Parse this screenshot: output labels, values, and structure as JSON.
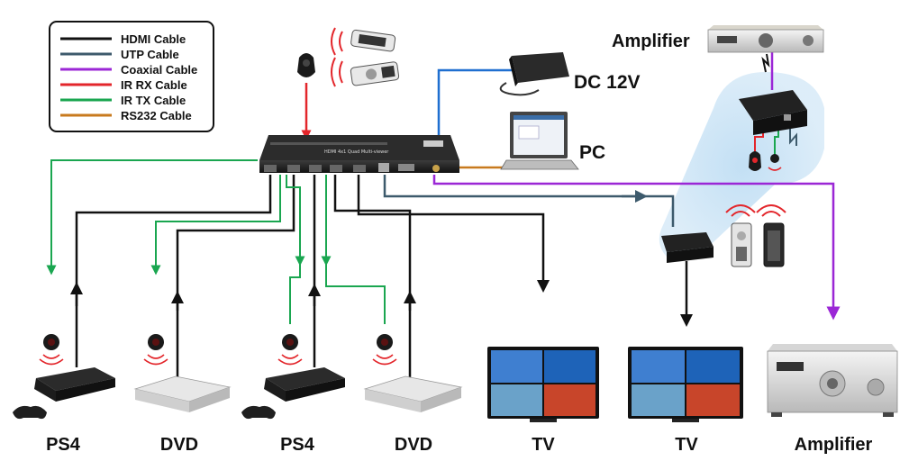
{
  "legend": {
    "items": [
      {
        "label": "HDMI Cable",
        "color": "#111111"
      },
      {
        "label": "UTP Cable",
        "color": "#3d5a6c"
      },
      {
        "label": "Coaxial Cable",
        "color": "#9b27d6"
      },
      {
        "label": "IR RX Cable",
        "color": "#e3262b"
      },
      {
        "label": "IR TX Cable",
        "color": "#1aa650"
      },
      {
        "label": "RS232 Cable",
        "color": "#c87a1e"
      }
    ]
  },
  "labels": {
    "dc": "DC 12V",
    "pc": "PC",
    "amplifier_top": "Amplifier",
    "amplifier_bottom": "Amplifier",
    "ps4_1": "PS4",
    "dvd_1": "DVD",
    "ps4_2": "PS4",
    "dvd_2": "DVD",
    "tv_1": "TV",
    "tv_2": "TV"
  },
  "colors": {
    "hdmi": "#111111",
    "utp": "#3d5a6c",
    "coax": "#9b27d6",
    "irrx": "#e3262b",
    "irtx": "#1aa650",
    "rs232": "#c87a1e",
    "dc": "#1f6fd0",
    "highlight": "#cfe6f7"
  }
}
